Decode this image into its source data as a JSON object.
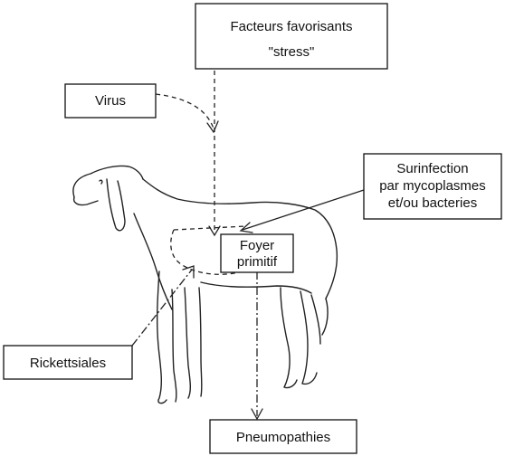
{
  "boxes": {
    "facteurs": {
      "lines": [
        "Facteurs favorisants",
        "\"stress\""
      ]
    },
    "virus": {
      "lines": [
        "Virus"
      ]
    },
    "surinfection": {
      "lines": [
        "Surinfection",
        "par mycoplasmes",
        "et/ou bacteries"
      ]
    },
    "foyer": {
      "lines": [
        "Foyer",
        "primitif"
      ]
    },
    "rickettsiales": {
      "lines": [
        "Rickettsiales"
      ]
    },
    "pneumopathies": {
      "lines": [
        "Pneumopathies"
      ]
    }
  },
  "colors": {
    "stroke": "#111111",
    "background": "#ffffff"
  }
}
